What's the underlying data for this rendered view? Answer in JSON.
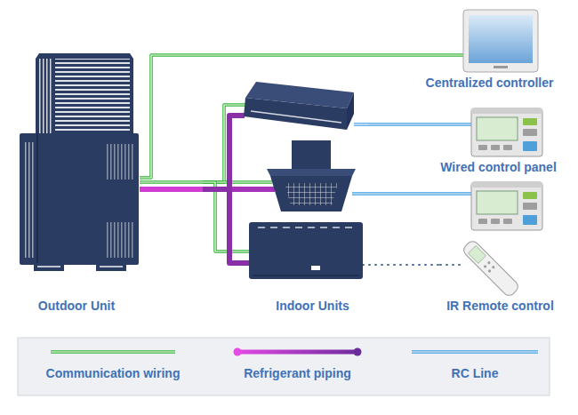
{
  "diagram": {
    "nodes": [
      {
        "text": [
          "Outdoor Unit"
        ]
      },
      {
        "text": [
          "Centralized controller"
        ]
      },
      {
        "text": [
          "Wired control panel"
        ]
      },
      {
        "text": [
          "Indoor Units"
        ]
      },
      {
        "text": [
          "IR Remote control"
        ]
      }
    ],
    "edges": [
      {
        "from": 0,
        "to": 1,
        "arrow": "none"
      },
      {
        "from": 0,
        "to": 3,
        "arrow": "none"
      },
      {
        "from": 0,
        "to": 3,
        "arrow": "none"
      },
      {
        "from": 3,
        "to": 2,
        "arrow": "none"
      },
      {
        "from": 3,
        "to": 4,
        "arrow": "none"
      }
    ],
    "legend": [
      {
        "text": "Communication wiring"
      },
      {
        "text": "Refrigerant piping"
      },
      {
        "text": "RC Line"
      }
    ]
  }
}
